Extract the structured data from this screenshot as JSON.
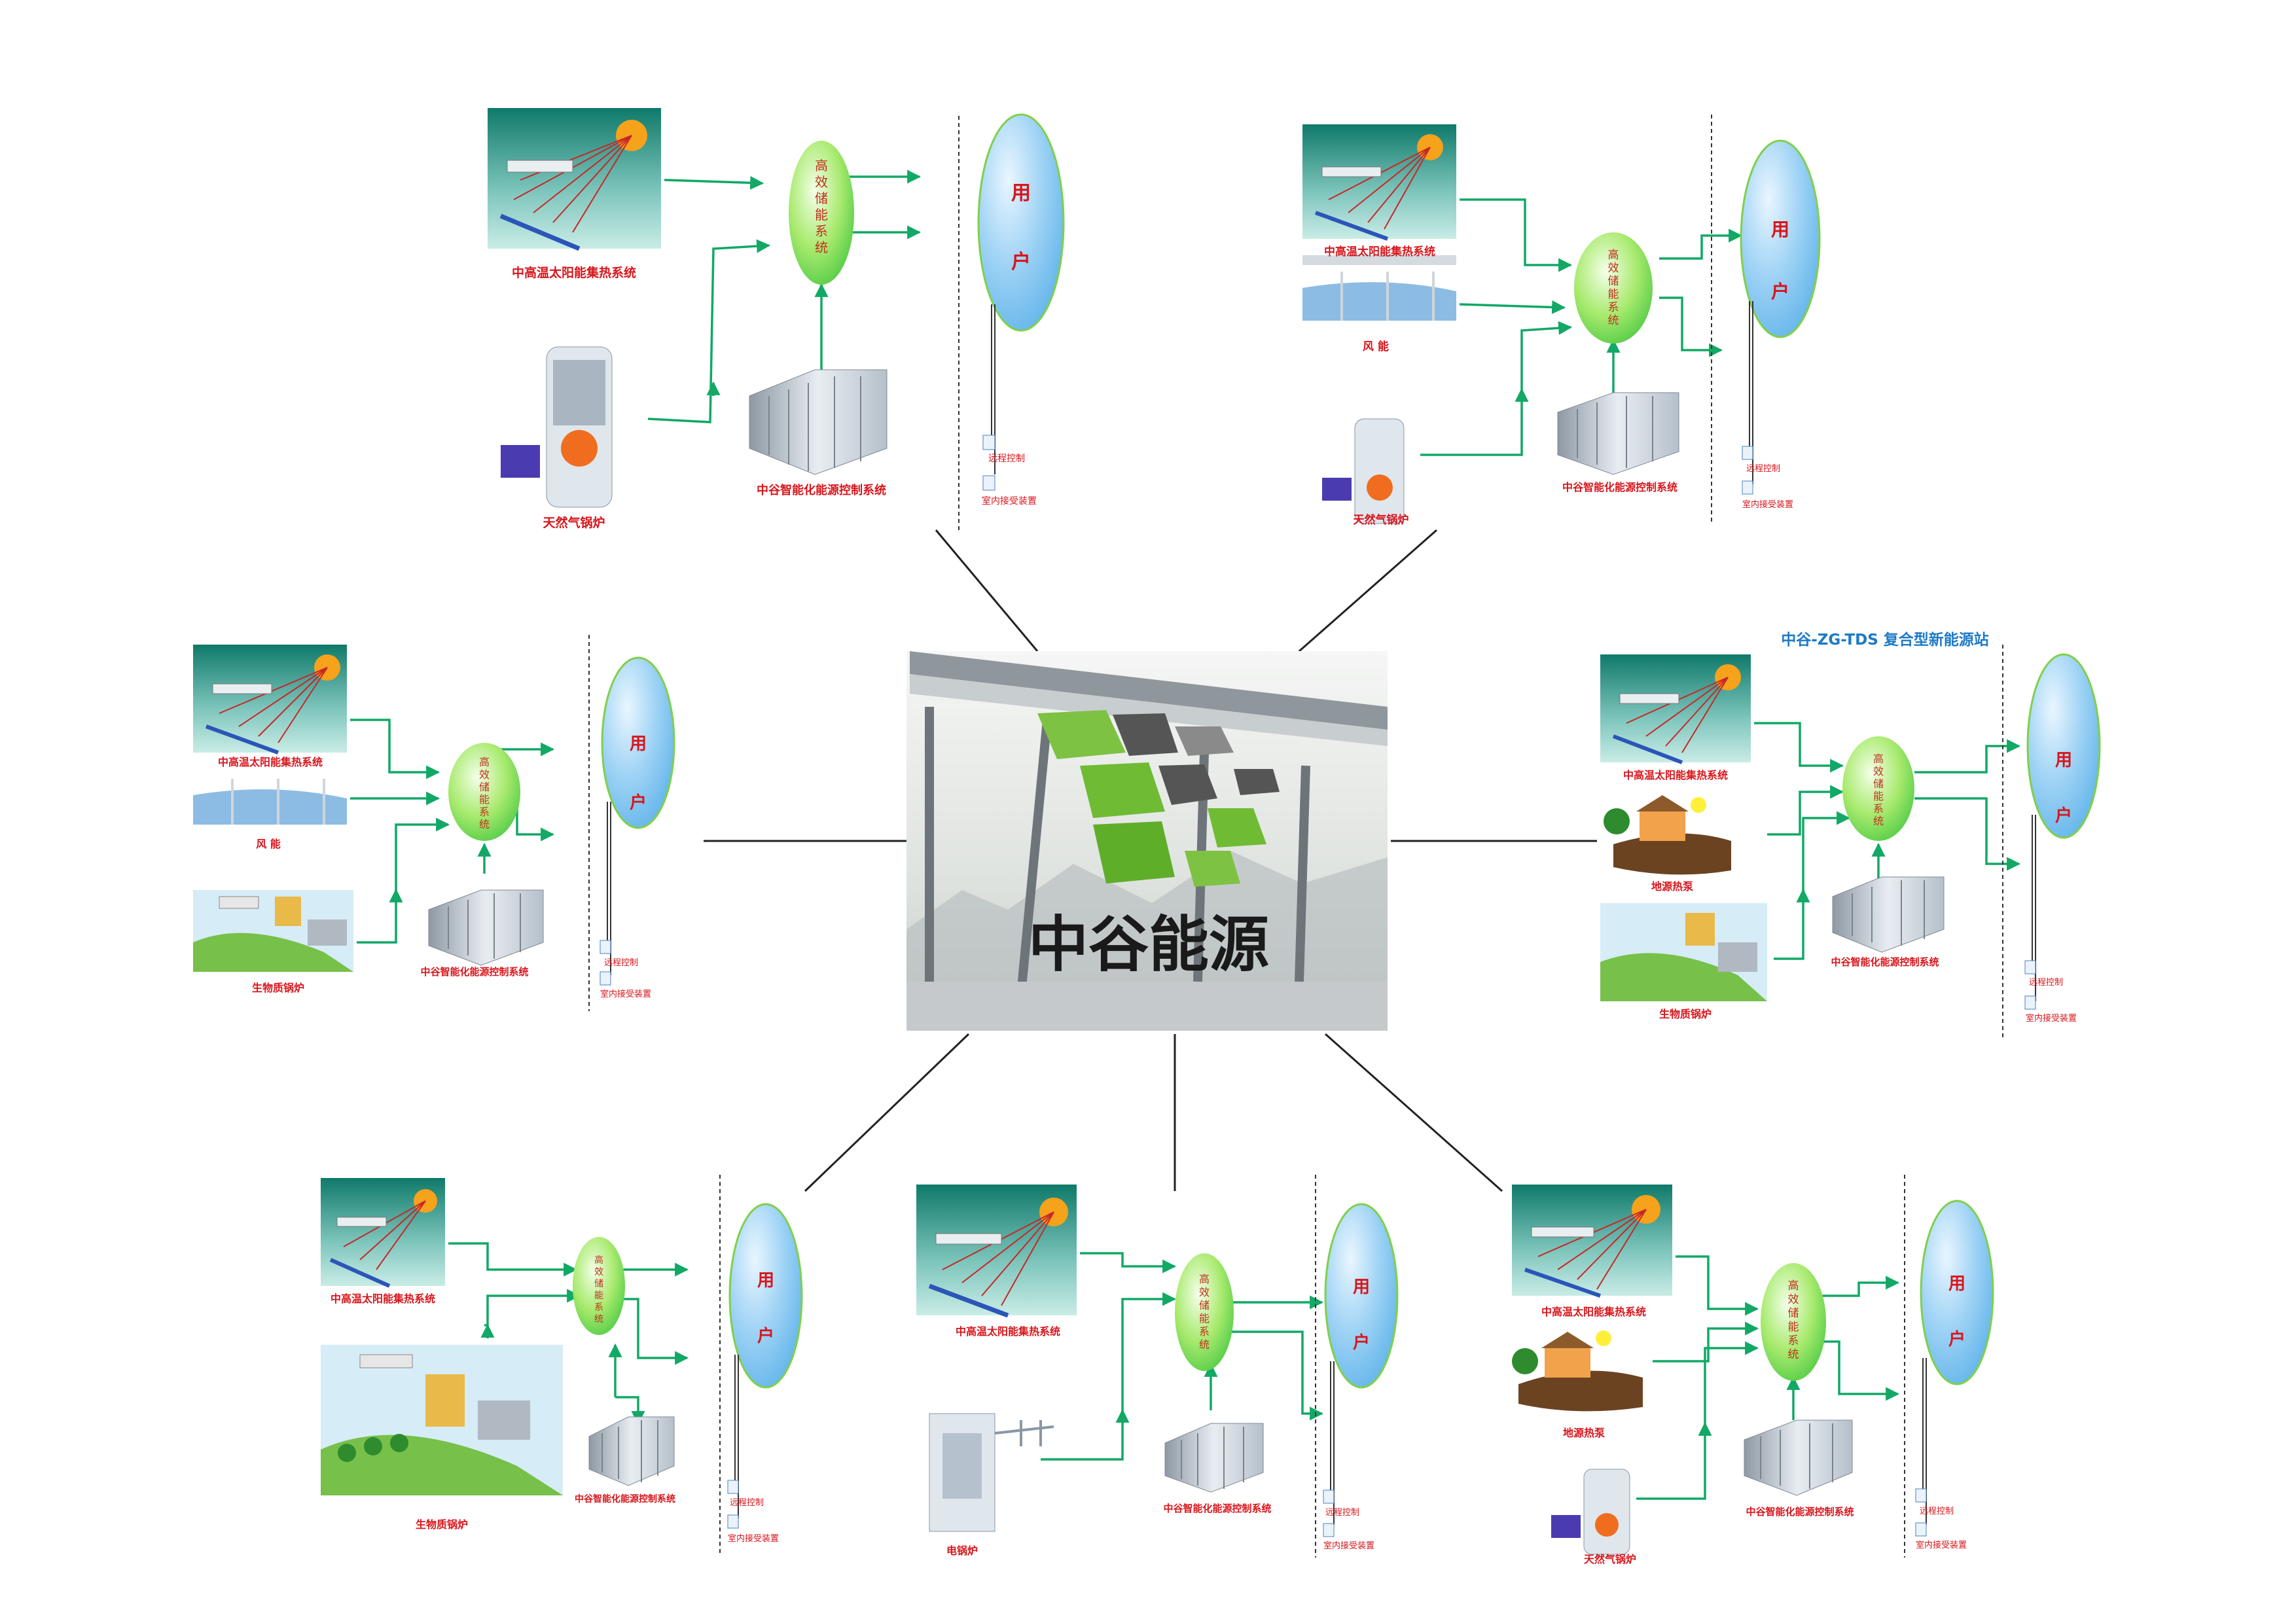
{
  "center": {
    "logo_text": "中谷能源"
  },
  "station_title": "中谷-ZG-TDS 复合型新能源站",
  "labels": {
    "solar": "中高温太阳能集热系统",
    "wind": "风 能",
    "gas_boiler": "天然气锅炉",
    "biomass_boiler": "生物质锅炉",
    "geo_pump": "地源热泵",
    "electric_boiler": "电锅炉",
    "storage": "高效储能系统",
    "control": "中谷智能化能源控制系统",
    "user_1": "用",
    "user_2": "户",
    "remote": "远程控制",
    "indoor": "室内接受装置"
  },
  "colors": {
    "flow_arrow": "#12a866",
    "label_red": "#d8151b",
    "ellipse_fill": "#8cc9f2",
    "storage_fill": "#7ed957",
    "connector": "#222222"
  },
  "icons": [
    "solar-collector-icon",
    "wind-turbine-icon",
    "gas-boiler-icon",
    "biomass-boiler-icon",
    "geothermal-pump-icon",
    "electric-boiler-icon",
    "control-cabinet-icon",
    "remote-device-icon"
  ]
}
